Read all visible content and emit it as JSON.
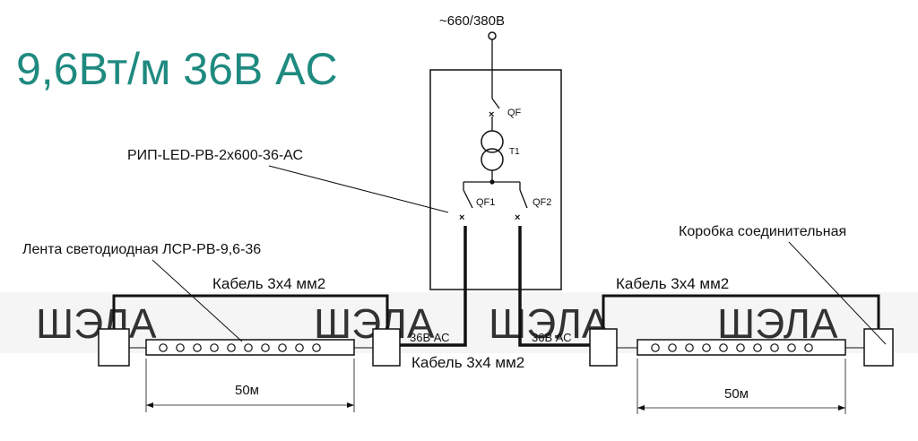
{
  "title": "9,6Вт/м 36В AC",
  "colors": {
    "title": "#1f8a80",
    "line": "#111111",
    "watermark": "#d9d9d9"
  },
  "supply": {
    "label": "~660/380В"
  },
  "device": {
    "name_label": "РИП-LED-РВ-2х600-36-АС",
    "breaker_main": "QF",
    "transformer": "T1",
    "breaker_left": "QF1",
    "breaker_right": "QF2"
  },
  "watermark": {
    "text": "ШЭЛА"
  },
  "labels": {
    "strip": "Лента светодиодная ЛСР-РВ-9,6-36",
    "box": "Коробка соединительная",
    "cable_left": "Кабель 3х4 мм2",
    "cable_right": "Кабель 3х4 мм2",
    "cable_bottom": "Кабель 3х4 мм2",
    "voltage_left": "36В АС",
    "voltage_right": "36В АС",
    "length_left": "50м",
    "length_right": "50м"
  }
}
